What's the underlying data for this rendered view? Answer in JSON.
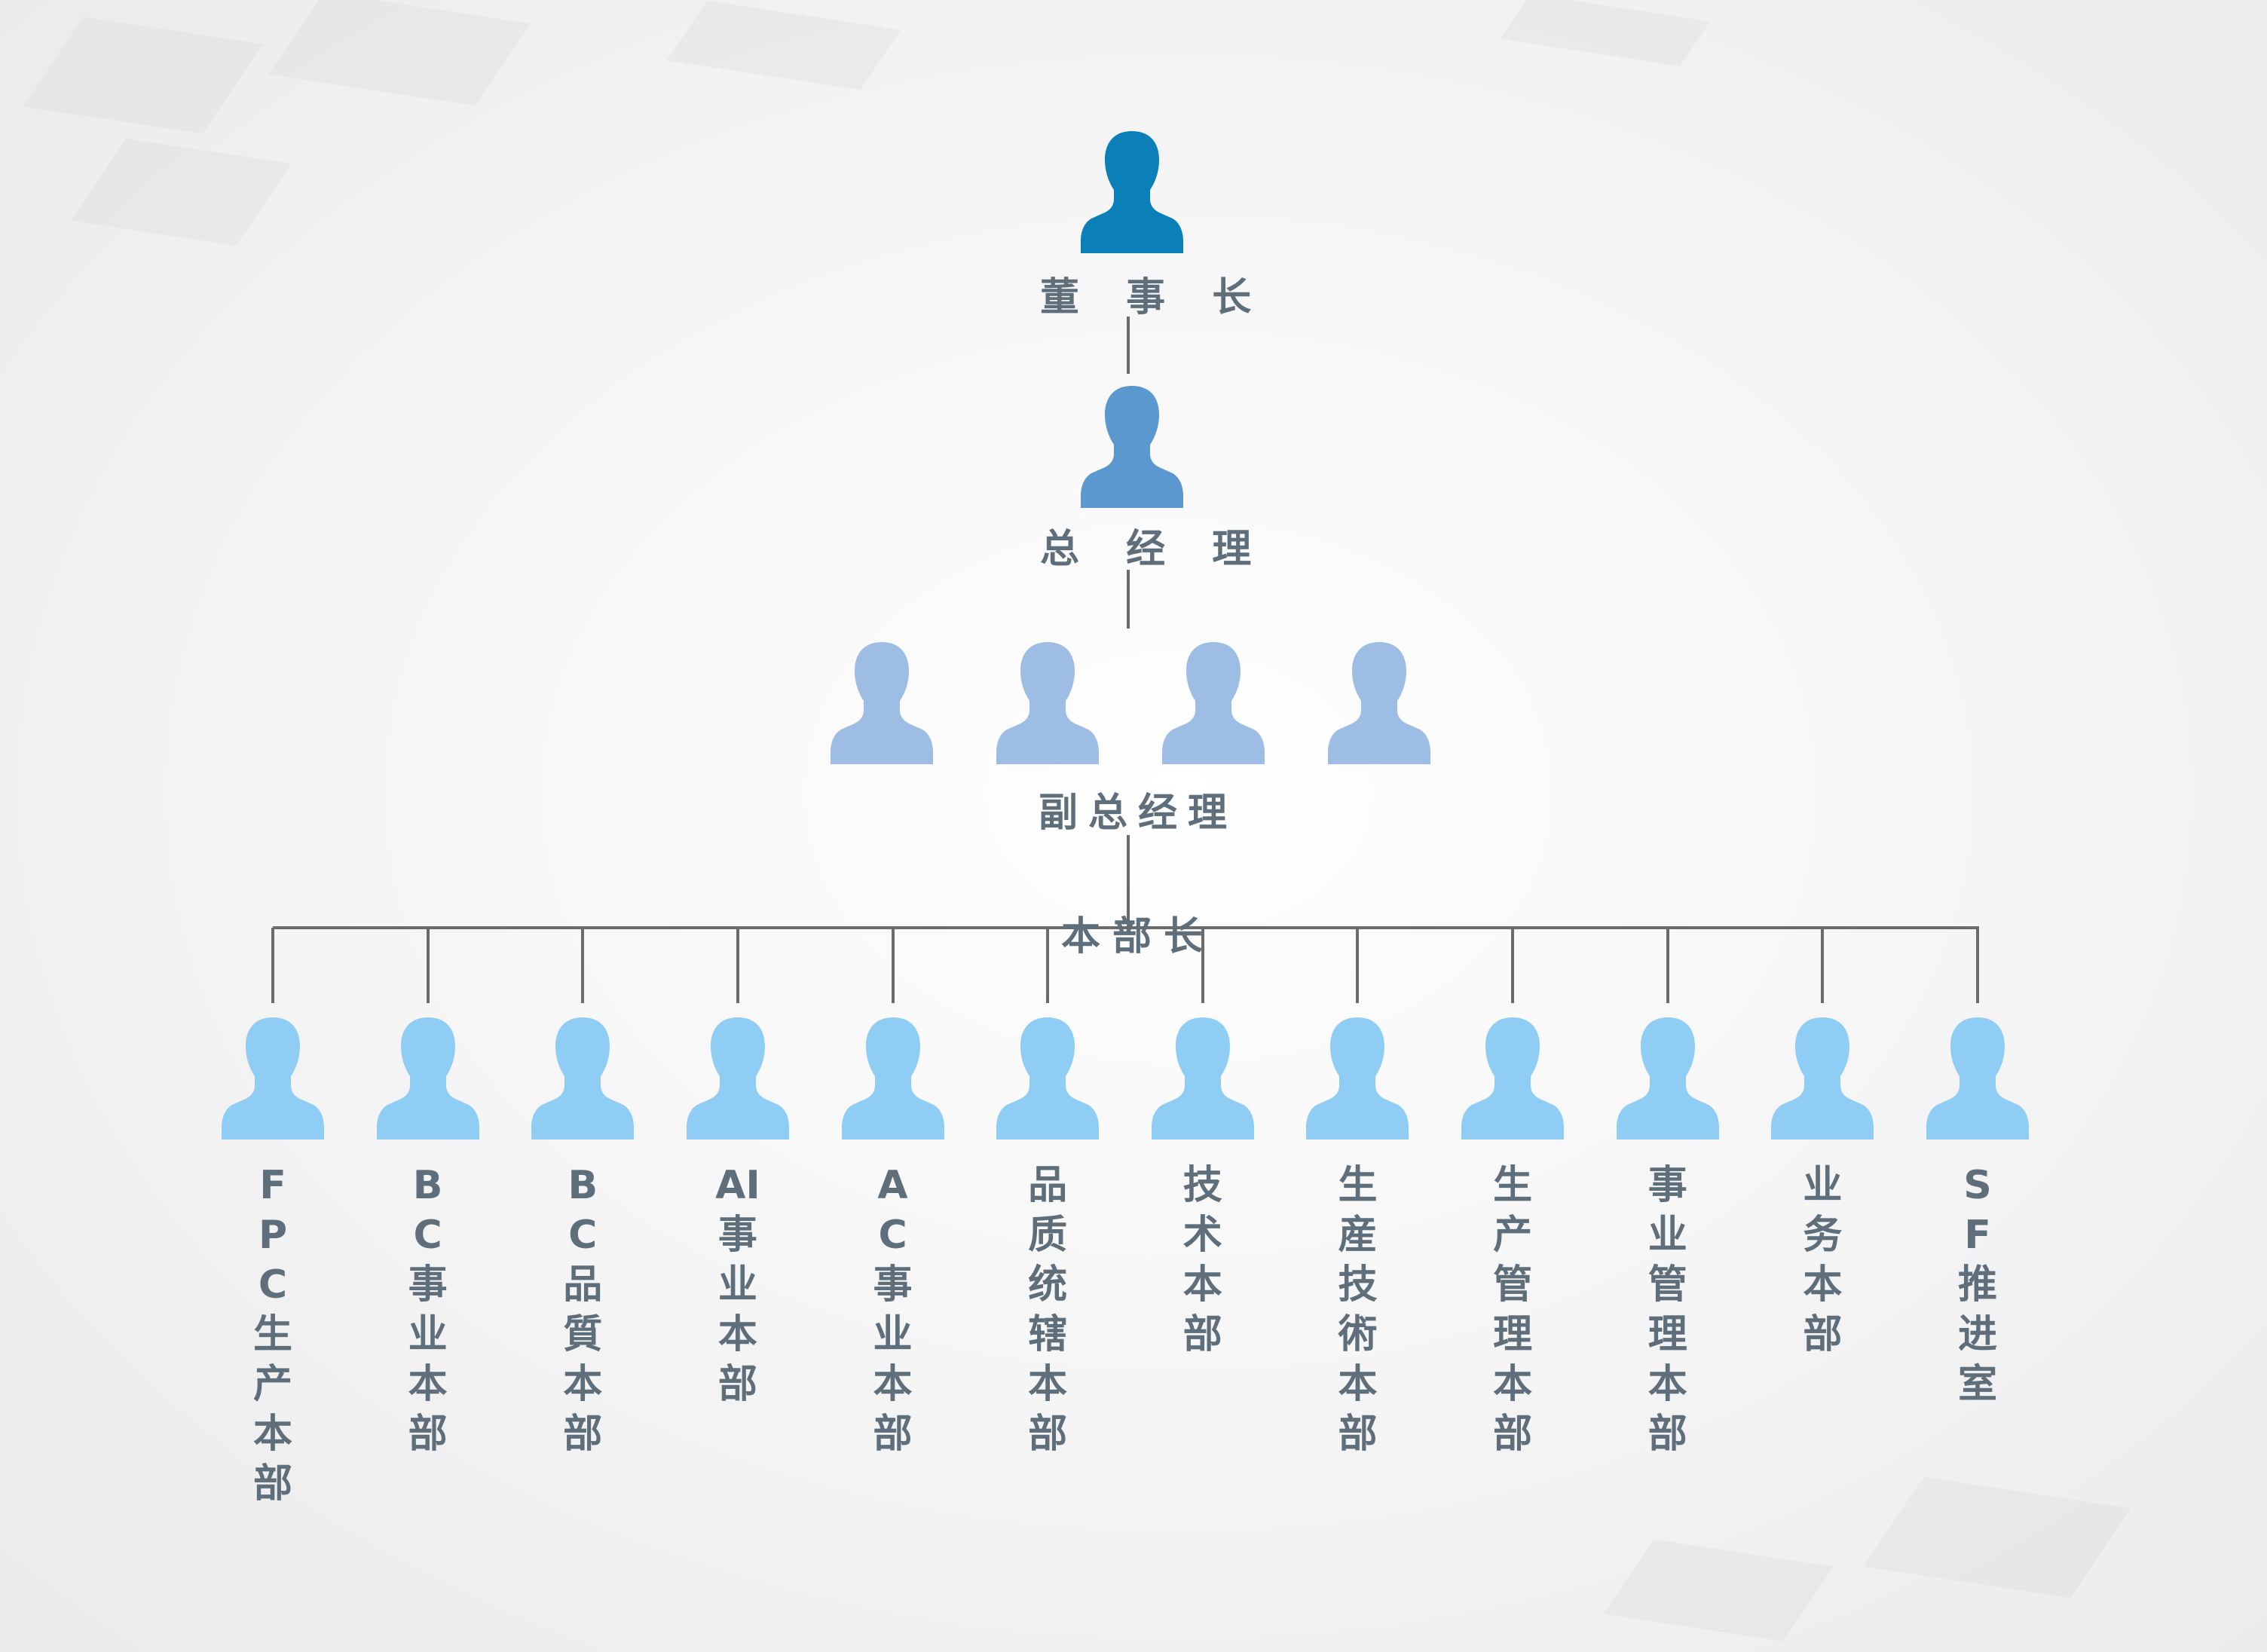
{
  "chairman": {
    "title": "董 事 长",
    "color": "#0a7fb8"
  },
  "general_manager": {
    "title": "总 经 理",
    "color": "#5a98cf"
  },
  "deputy_managers": {
    "title": "副总经理",
    "count": 4,
    "color": "#9dbde4"
  },
  "division_heads": {
    "title": "本部长",
    "color": "#90cdf4"
  },
  "divisions": [
    {
      "label": "FPC生产本部"
    },
    {
      "label": "BC事业本部"
    },
    {
      "label": "BC品質本部"
    },
    {
      "label": "AI事业本部"
    },
    {
      "label": "AC事业本部"
    },
    {
      "label": "品质统辖本部"
    },
    {
      "label": "技术本部"
    },
    {
      "label": "生産技術本部"
    },
    {
      "label": "生产管理本部"
    },
    {
      "label": "事业管理本部"
    },
    {
      "label": "业务本部"
    },
    {
      "label": "SF推进室"
    }
  ]
}
